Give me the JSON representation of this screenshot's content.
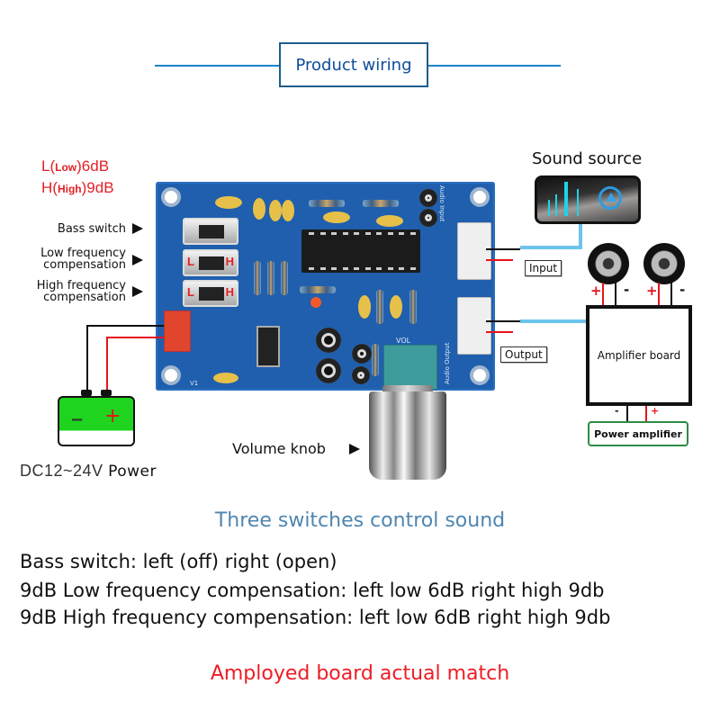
{
  "header": {
    "title": "Product wiring"
  },
  "switch_legend": {
    "low": {
      "prefix": "L(",
      "word": "Low",
      "suffix": ")6dB"
    },
    "high": {
      "prefix": "H(",
      "word": "High",
      "suffix": ")9dB"
    }
  },
  "callouts": {
    "bass_switch": "Bass switch",
    "low_freq": [
      "Low frequency",
      "compensation"
    ],
    "high_freq": [
      "High frequency",
      "compensation"
    ],
    "volume_knob": "Volume knob"
  },
  "board": {
    "switch_marks": {
      "left": "L",
      "right": "H"
    },
    "silkscreen": {
      "audio_input": "Audio Input",
      "audio_output": "Audio Output",
      "vol": "VOL",
      "v1": "V1"
    }
  },
  "sound_source": {
    "label": "Sound source",
    "icon": "music-player-icon"
  },
  "connections": {
    "input_label": "Input",
    "output_label": "Output"
  },
  "speakers": {
    "count": 2,
    "plus": "+",
    "minus": "-"
  },
  "amplifier": {
    "label": "Amplifier board",
    "plus": "+",
    "minus": "-"
  },
  "power_amplifier": {
    "label": "Power amplifier"
  },
  "power": {
    "battery_minus": "−",
    "battery_plus": "+",
    "voltage": "DC12~24V",
    "label": "Power"
  },
  "description": {
    "title": "Three switches control sound",
    "lines": [
      "Bass switch: left (off) right (open)",
      "9dB  Low frequency compensation: left low 6dB right high 9db",
      "9dB  High frequency compensation: left low 6dB right high 9db"
    ]
  },
  "footer": {
    "text": "Amployed board actual match"
  },
  "colors": {
    "header_blue": "#0f4c99",
    "header_line": "#1a86cc",
    "subtitle_blue": "#4f86b0",
    "footer_red": "#ee1c25",
    "board_blue": "#1f5fae",
    "signal_wire": "#6cc3ec",
    "wire_red": "#e5141b",
    "wire_black": "#111111",
    "battery_green": "#1ed41e",
    "power_amp_border": "#2e8b45"
  }
}
